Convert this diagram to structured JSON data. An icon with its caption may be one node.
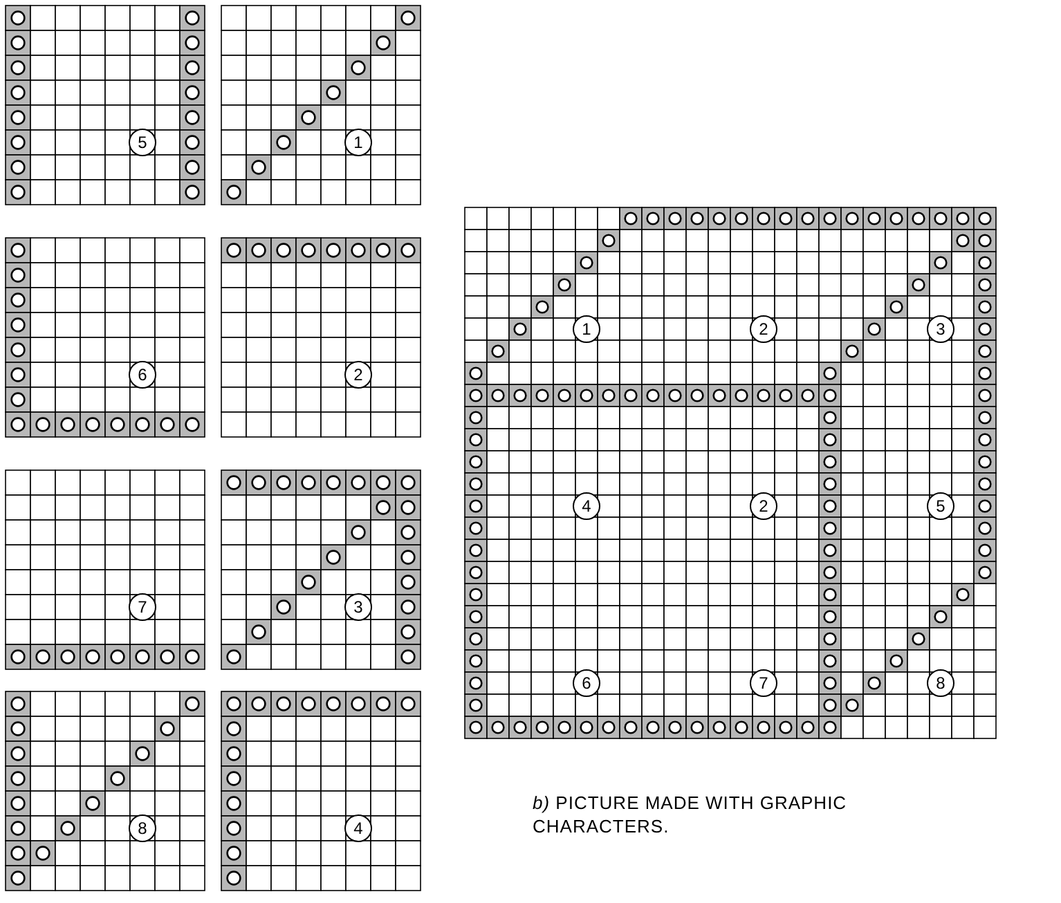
{
  "diagram": {
    "caption": "*b)* PICTURE MADE WITH GRAPHIC CHARACTERS.",
    "labels": [
      "5",
      "1",
      "6",
      "2",
      "7",
      "3",
      "8",
      "4",
      "1",
      "2",
      "3",
      "4",
      "2",
      "5",
      "6",
      "7",
      "8"
    ]
  }
}
